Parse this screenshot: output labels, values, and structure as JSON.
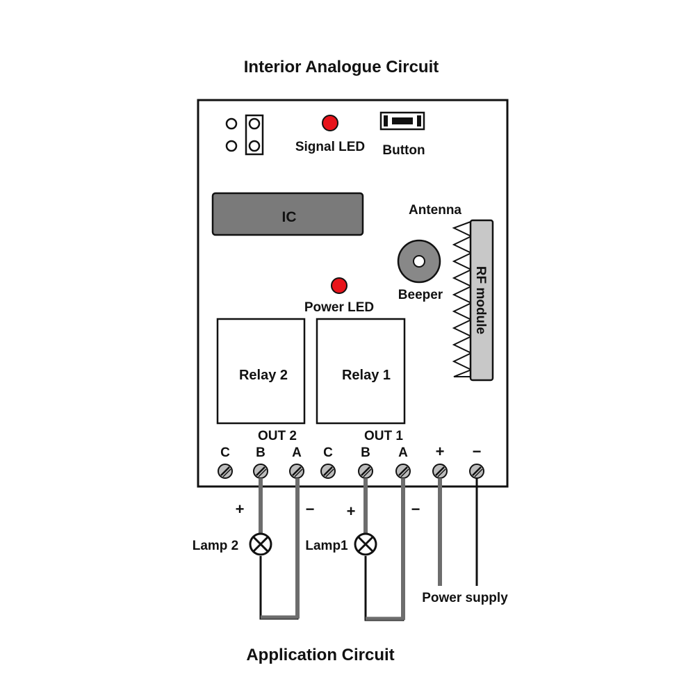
{
  "title_top": "Interior Analogue Circuit",
  "title_bottom": "Application Circuit",
  "board": {
    "signal_led": "Signal LED",
    "button": "Button",
    "ic": "IC",
    "antenna": "Antenna",
    "rf_module": "RF module",
    "beeper": "Beeper",
    "power_led": "Power LED",
    "relay2": "Relay 2",
    "relay1": "Relay 1",
    "out2": "OUT 2",
    "out1": "OUT 1"
  },
  "terminals": [
    "C",
    "B",
    "A",
    "C",
    "B",
    "A",
    "+",
    "−"
  ],
  "application": {
    "lamp2": "Lamp 2",
    "lamp1": "Lamp1",
    "plus": "+",
    "minus": "−",
    "power_supply": "Power supply"
  },
  "colors": {
    "led_red": "#e8141b",
    "ic_gray": "#7a7a7a",
    "rf_gray": "#c8c8c8",
    "wire_gray": "#6d6d6d",
    "wire_black": "#111111"
  }
}
